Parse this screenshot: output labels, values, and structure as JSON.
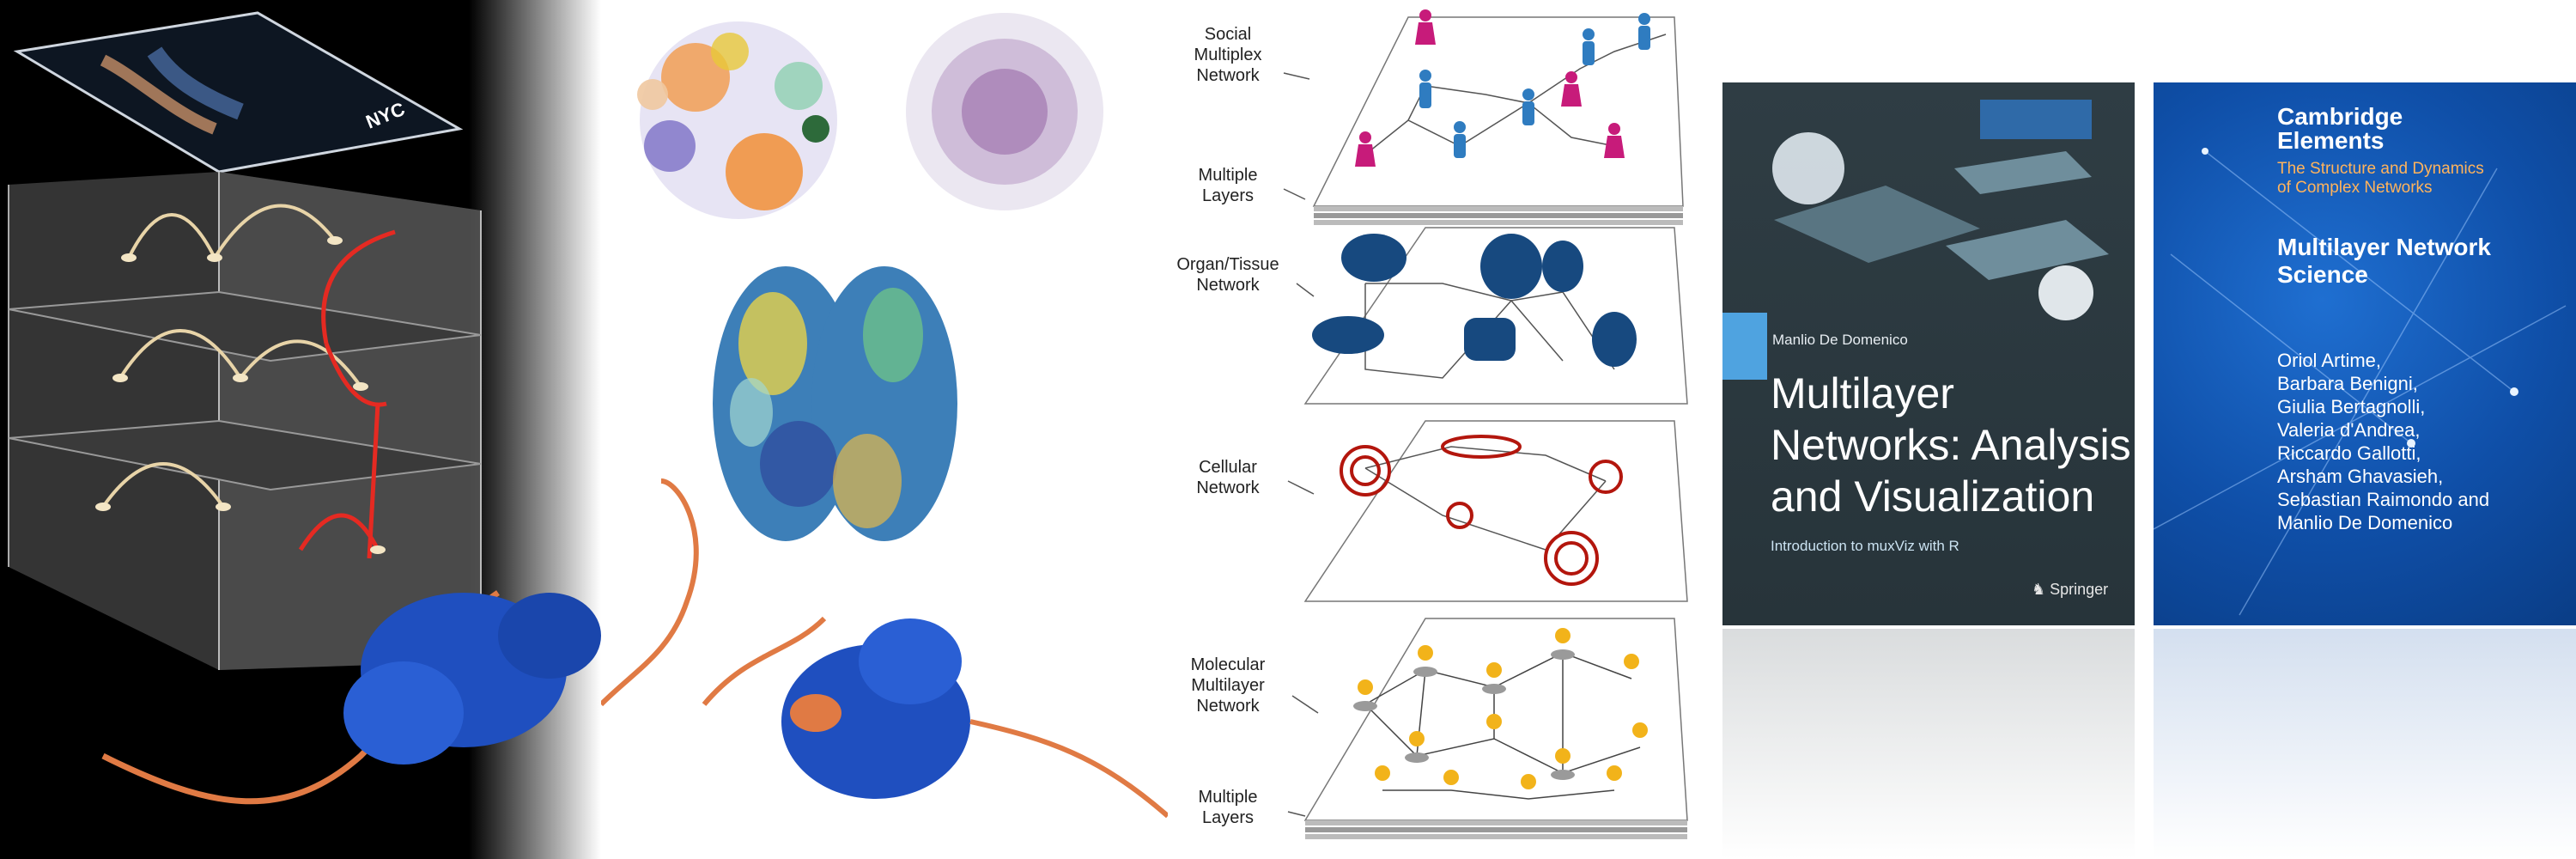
{
  "panel_nyc": {
    "map_label": "NYC"
  },
  "panel_layers": {
    "labels": [
      {
        "line1": "Social",
        "line2": "Multiplex",
        "line3": "Network"
      },
      {
        "line1": "Multiple",
        "line2": "Layers",
        "line3": ""
      },
      {
        "line1": "Organ/Tissue",
        "line2": "Network",
        "line3": ""
      },
      {
        "line1": "Cellular",
        "line2": "Network",
        "line3": ""
      },
      {
        "line1": "Molecular",
        "line2": "Multilayer",
        "line3": "Network"
      },
      {
        "line1": "Multiple",
        "line2": "Layers",
        "line3": ""
      }
    ],
    "colors": {
      "person_male": "#2f7cc0",
      "person_female": "#c71b7a",
      "organ": "#17497f",
      "cell": "#b3160d",
      "molecule": "#f2b31a"
    }
  },
  "books": {
    "book1": {
      "author": "Manlio De Domenico",
      "title_line1": "Multilayer",
      "title_line2": "Networks: Analysis",
      "title_line3": "and Visualization",
      "subtitle": "Introduction to muxViz with R",
      "publisher": "Springer"
    },
    "book2": {
      "brand_line1": "Cambridge",
      "brand_line2": "Elements",
      "series_line1": "The Structure and Dynamics",
      "series_line2": "of Complex Networks",
      "title_line1": "Multilayer Network",
      "title_line2": "Science",
      "authors": [
        "Oriol Artime,",
        "Barbara Benigni,",
        "Giulia Bertagnolli,",
        "Valeria d'Andrea,",
        "Riccardo Gallotti,",
        "Arsham Ghavasieh,",
        "Sebastian Raimondo and",
        "Manlio De Domenico"
      ]
    }
  }
}
